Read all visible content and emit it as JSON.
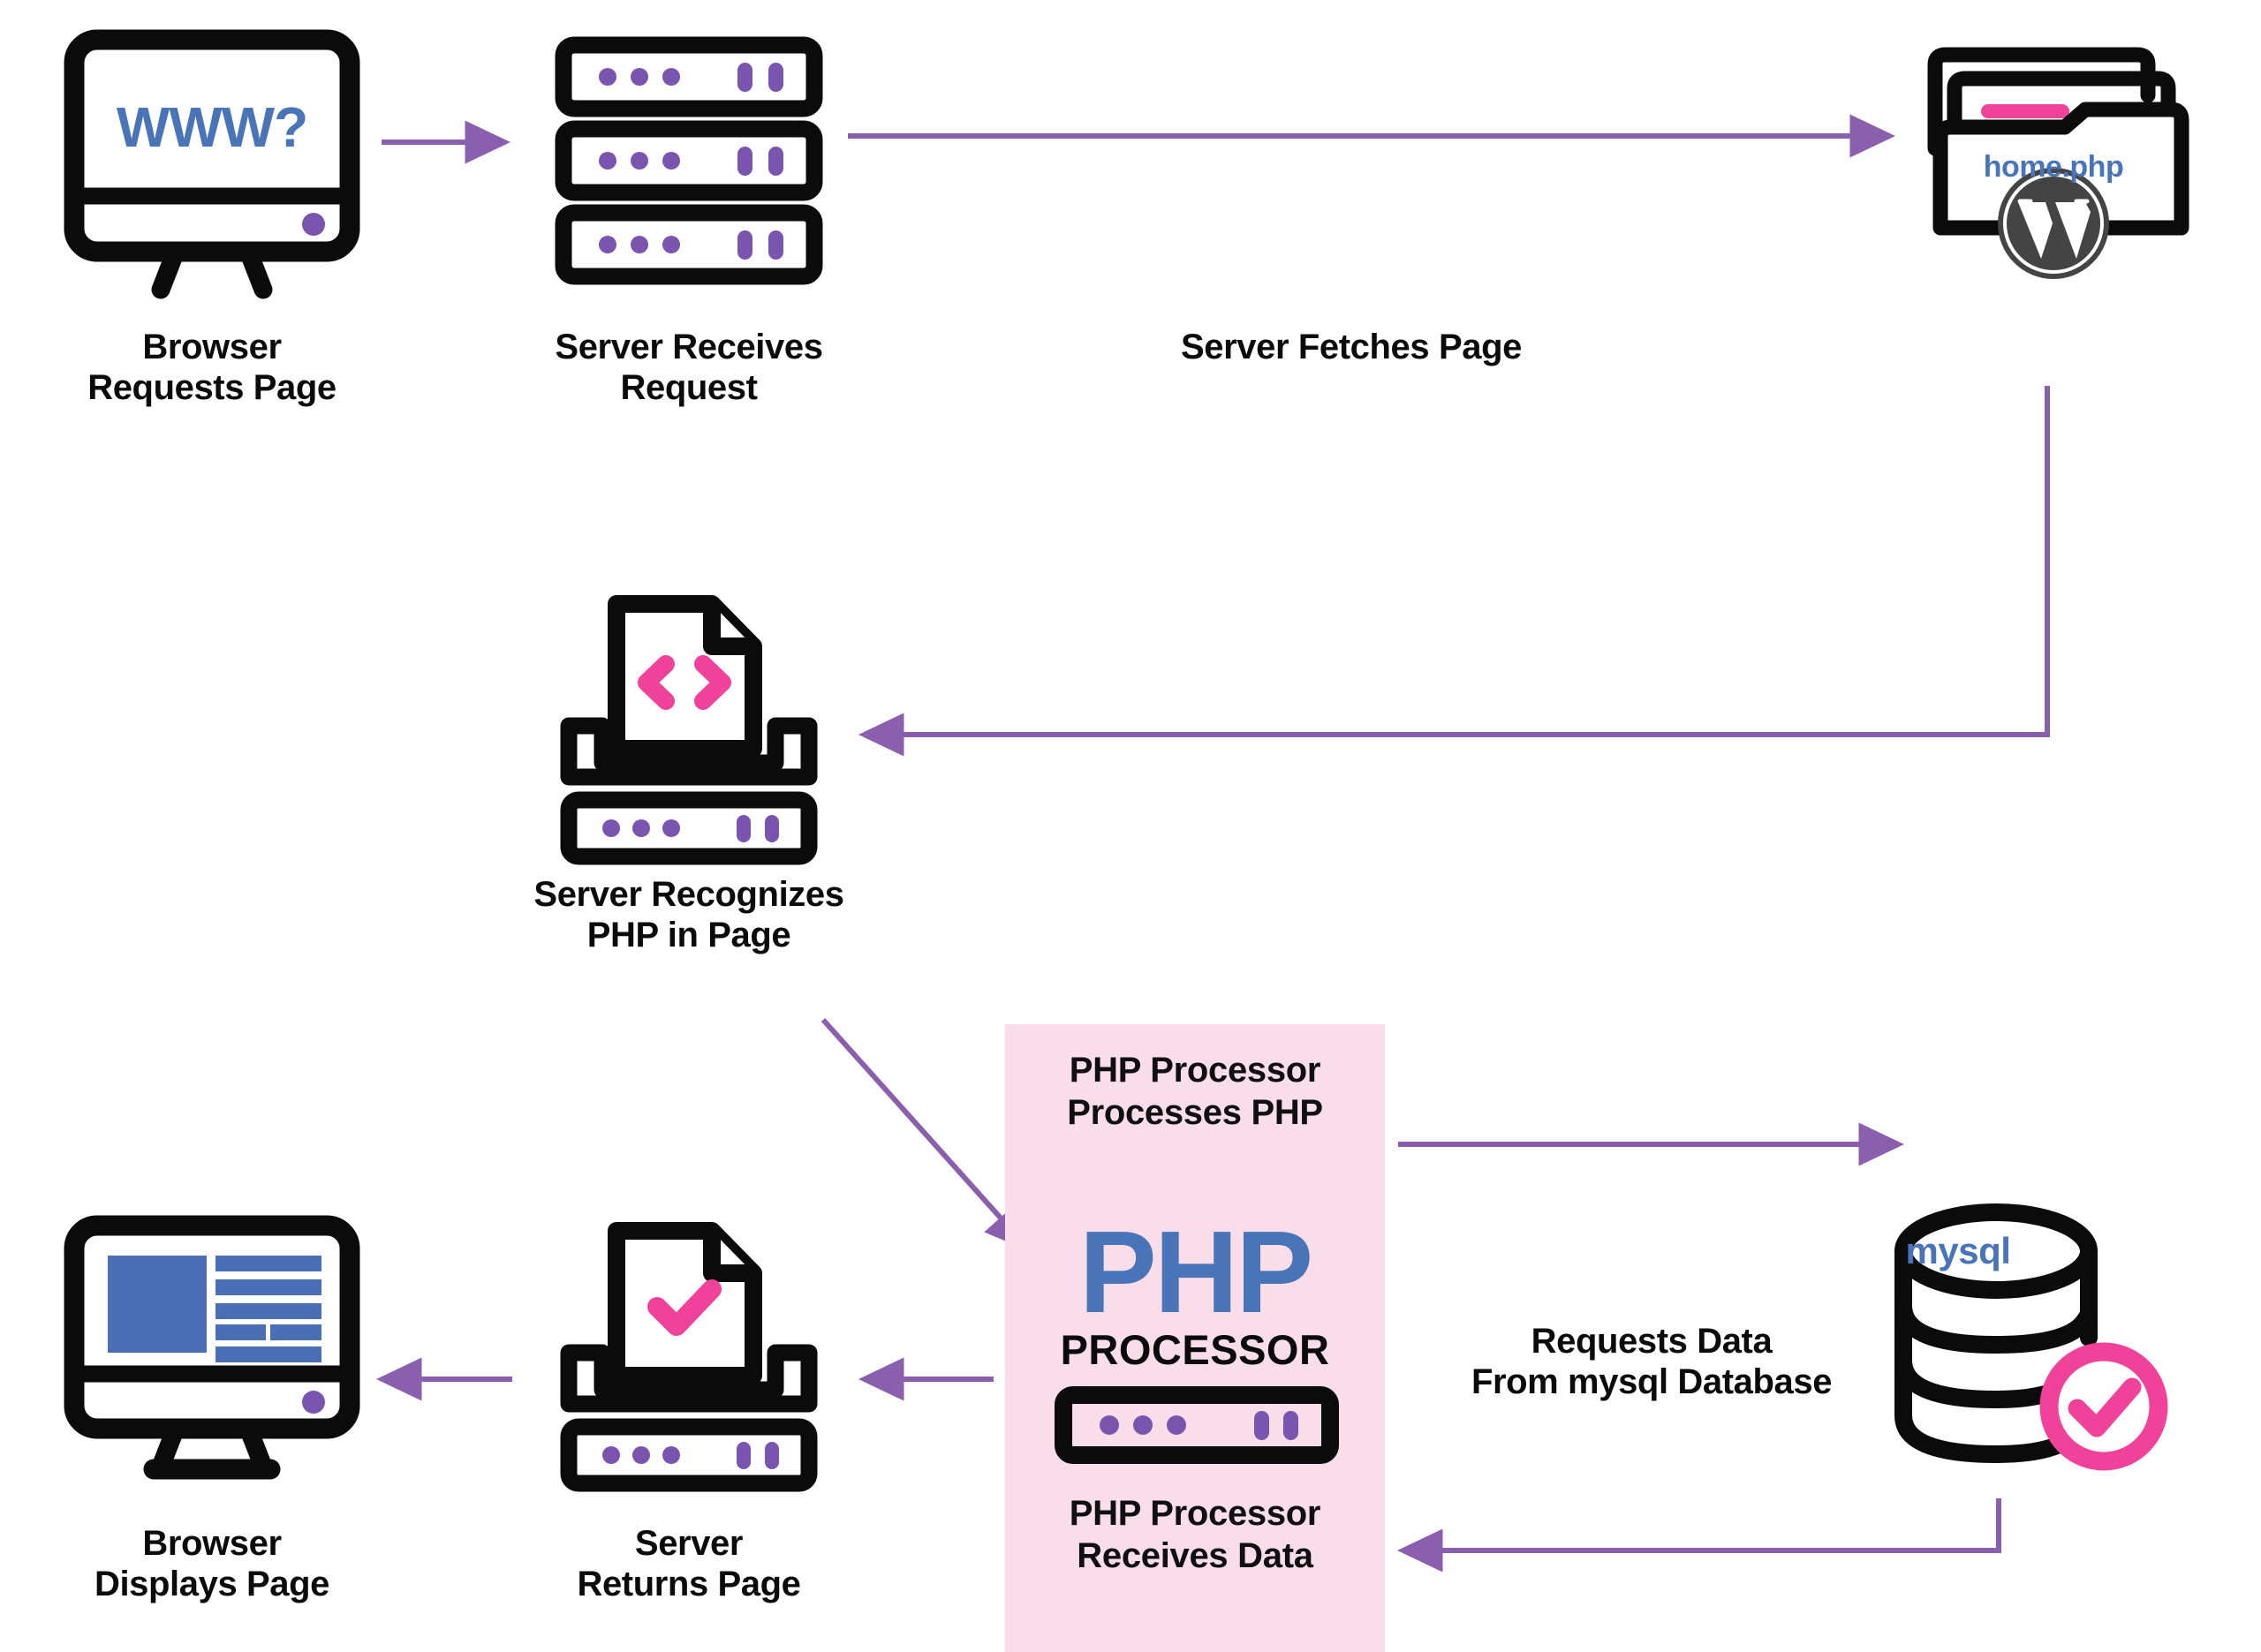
{
  "diagram": {
    "title": "How PHP Works - WordPress Page Request Flow",
    "colors": {
      "arrow_purple": "#8a5fae",
      "accent_pink": "#f0429a",
      "panel_pink": "#f9dde8",
      "brand_blue": "#4a74b8",
      "icon_black": "#0b0b0b",
      "icon_purple": "#7a55b0",
      "wordpress_grey": "#444444"
    },
    "nodes": [
      {
        "id": "browser-request",
        "icon": "desktop-monitor-icon",
        "screen_text": "WWW?",
        "caption": "Browser\nRequests Page"
      },
      {
        "id": "server-receives",
        "icon": "server-rack-icon",
        "caption": "Server Receives\nRequest"
      },
      {
        "id": "wordpress-folder",
        "icon": "folder-stack-wordpress-icon",
        "file_label": "home.php",
        "caption": "Server Fetches Page"
      },
      {
        "id": "server-recognizes",
        "icon": "server-code-document-icon",
        "caption": "Server Recognizes\nPHP in Page"
      },
      {
        "id": "php-processor",
        "icon": "server-unit-icon",
        "caption_top": "PHP Processor\nProcesses PHP",
        "logo_primary": "PHP",
        "logo_secondary": "PROCESSOR",
        "caption_bottom": "PHP Processor\nReceives Data"
      },
      {
        "id": "mysql-database",
        "icon": "database-cylinder-check-icon",
        "db_label": "mysql",
        "caption": "Requests Data\nFrom mysql Database"
      },
      {
        "id": "server-returns",
        "icon": "server-check-document-icon",
        "caption": "Server\nReturns Page"
      },
      {
        "id": "browser-displays",
        "icon": "desktop-monitor-page-icon",
        "caption": "Browser\nDisplays Page"
      }
    ],
    "labels": {
      "browser_requests": "Browser\nRequests Page",
      "server_receives": "Server Receives\nRequest",
      "server_fetches": "Server Fetches Page",
      "server_recognizes": "Server Recognizes\nPHP in Page",
      "php_processes": "PHP Processor\nProcesses PHP",
      "php_receives": "PHP Processor\nReceives Data",
      "requests_data": "Requests Data\nFrom mysql Database",
      "server_returns": "Server\nReturns Page",
      "browser_displays": "Browser\nDisplays Page"
    },
    "inline_text": {
      "www": "WWW?",
      "home_php": "home.php",
      "mysql": "mysql",
      "php_logo": "PHP",
      "php_sub": "PROCESSOR"
    },
    "flow_steps": [
      "Browser Requests Page",
      "Server Receives Request",
      "Server Fetches Page",
      "Server Recognizes PHP in Page",
      "PHP Processor Processes PHP",
      "Requests Data From mysql Database",
      "PHP Processor Receives Data",
      "Server Returns Page",
      "Browser Displays Page"
    ]
  }
}
